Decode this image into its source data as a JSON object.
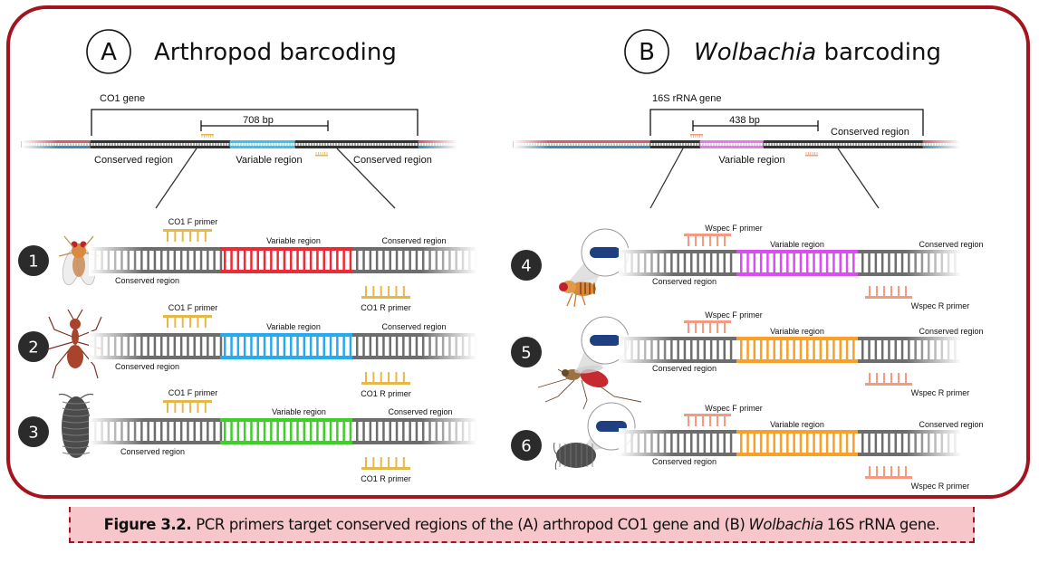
{
  "panel_a": {
    "letter": "A",
    "title": "Arthropod barcoding",
    "gene_label": "CO1 gene",
    "amplicon_label": "708 bp",
    "overview_labels": {
      "left": "Conserved region",
      "middle": "Variable region",
      "right": "Conserved region"
    },
    "variable_color": "#3fc1ea",
    "primer_color": "#e6b84a",
    "rows": [
      {
        "number": "1",
        "organism": "fruit-fly",
        "f_primer": "CO1 F primer",
        "r_primer": "CO1 R primer",
        "variable_label": "Variable region",
        "conserved_left": "Conserved region",
        "conserved_right": "Conserved region",
        "variable_color": "#ee2a37"
      },
      {
        "number": "2",
        "organism": "ant",
        "f_primer": "CO1 F primer",
        "r_primer": "CO1 R primer",
        "variable_label": "Variable region",
        "conserved_left": "Conserved region",
        "conserved_right": "Conserved region",
        "variable_color": "#29a9ee"
      },
      {
        "number": "3",
        "organism": "pill-bug",
        "f_primer": "CO1 F primer",
        "r_primer": "CO1 R primer",
        "variable_label": "Variable region",
        "conserved_left": "Conserved region",
        "conserved_right": "Conserved region",
        "variable_color": "#3fce2a"
      }
    ]
  },
  "panel_b": {
    "letter": "B",
    "title_italic": "Wolbachia",
    "title_rest": " barcoding",
    "gene_label": "16S rRNA gene",
    "amplicon_label": "438 bp",
    "overview_labels": {
      "middle": "Variable region",
      "right": "Conserved region"
    },
    "variable_color": "#e07fe0",
    "primer_color": "#f39a82",
    "rows": [
      {
        "number": "4",
        "organism": "fruit-fly",
        "f_primer": "Wspec F primer",
        "r_primer": "Wspec R primer",
        "variable_label": "Variable region",
        "conserved_left": "Conserved region",
        "conserved_right": "Conserved region",
        "variable_color": "#d94ef0"
      },
      {
        "number": "5",
        "organism": "mosquito",
        "f_primer": "Wspec F primer",
        "r_primer": "Wspec R primer",
        "variable_label": "Variable region",
        "conserved_left": "Conserved region",
        "conserved_right": "Conserved region",
        "variable_color": "#f7a02a"
      },
      {
        "number": "6",
        "organism": "pill-bug",
        "f_primer": "Wspec F primer",
        "r_primer": "Wspec R primer",
        "variable_label": "Variable region",
        "conserved_left": "Conserved region",
        "conserved_right": "Conserved region",
        "variable_color": "#f7a02a"
      }
    ]
  },
  "colors": {
    "frame": "#a3141f",
    "caption_bg": "#f7c6cb",
    "badge": "#2b2b2b",
    "conserved": "#6b6b6b",
    "wolbachia": "#1f3f80"
  },
  "caption": {
    "label": "Figure 3.2.",
    "text_before": "PCR primers target conserved regions of the (A) arthropod CO1 gene and (B)",
    "italic": "Wolbachia",
    "text_after": "16S rRNA gene."
  }
}
